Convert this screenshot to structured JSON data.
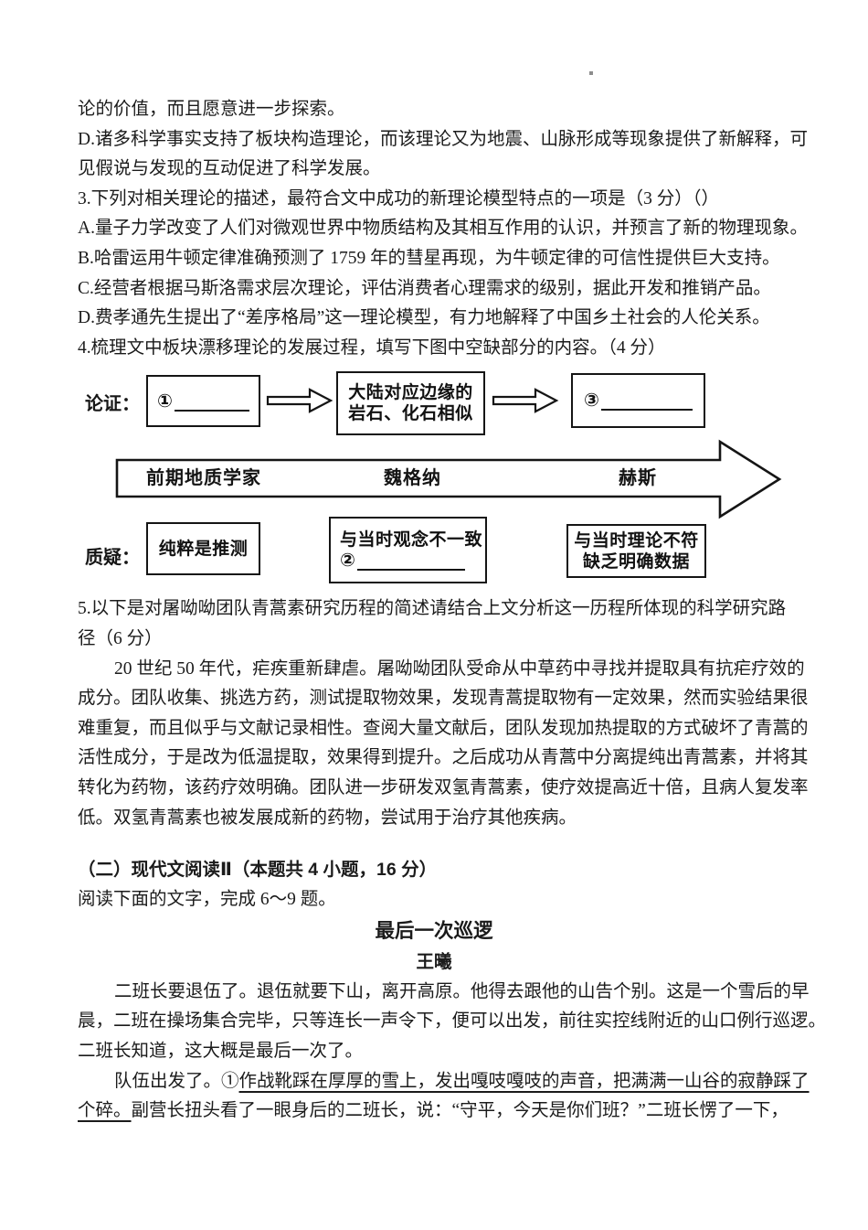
{
  "document": {
    "top_lines": [
      {
        "name": "question2-tail-line",
        "segs": [
          [
            "论的价值，而且愿意进一步探索。",
            ""
          ]
        ]
      },
      {
        "name": "option-d-line1",
        "segs": [
          [
            "D.诸多科学事实支持了板块构造理论，而该理论又为地震、山脉形成等现象提供了新解释，可",
            ""
          ]
        ]
      },
      {
        "name": "option-d-line2",
        "segs": [
          [
            "见假说与发现的互动促进了科学发展。",
            ""
          ]
        ]
      },
      {
        "name": "question3-stem",
        "segs": [
          [
            "3.下列对相关理论的描述，最符合文中成功的新理论模型特点的一项是（3 分）（）",
            ""
          ]
        ]
      },
      {
        "name": "question3-option-a",
        "segs": [
          [
            "A.量子力学改变了人们对微观世界中物质结构及其相互作用的认识，并预言了新的物理现象。",
            ""
          ]
        ]
      },
      {
        "name": "question3-option-b",
        "segs": [
          [
            "B.哈雷运用牛顿定律准确预测了 1759 年的彗星再现，为牛顿定律的可信性提供巨大支持。",
            ""
          ]
        ]
      },
      {
        "name": "question3-option-c",
        "segs": [
          [
            "C.经营者根据马斯洛需求层次理论，评估消费者心理需求的级别，据此开发和推销产品。",
            ""
          ]
        ]
      },
      {
        "name": "question3-option-d",
        "segs": [
          [
            "D.费孝通先生提出了“差序格局”这一理论模型，有力地解释了中国乡土社会的人伦关系。",
            ""
          ]
        ]
      },
      {
        "name": "question4-stem",
        "segs": [
          [
            "4.梳理文中板块漂移理论的发展过程，填写下图中空缺部分的内容。（4 分）",
            ""
          ]
        ]
      }
    ],
    "bottom_lines": [
      {
        "name": "question5-stem-line1",
        "segs": [
          [
            "5.以下是对屠呦呦团队青蒿素研究历程的简述请结合上文分析这一历程所体现的科学研究路",
            ""
          ]
        ]
      },
      {
        "name": "question5-stem-line2",
        "segs": [
          [
            "径（6 分）",
            ""
          ]
        ]
      },
      {
        "name": "question5-passage-line1",
        "cls": "indent",
        "segs": [
          [
            "20 世纪 50 年代，疟疾重新肆虐。屠呦呦团队受命从中草药中寻找并提取具有抗疟疗效的",
            ""
          ]
        ]
      },
      {
        "name": "question5-passage-line2",
        "segs": [
          [
            "成分。团队收集、挑选方药，测试提取物效果，发现青蒿提取物有一定效果，然而实验结果很",
            ""
          ]
        ]
      },
      {
        "name": "question5-passage-line3",
        "segs": [
          [
            "难重复，而且似乎与文献记录相性。查阅大量文献后，团队发现加热提取的方式破坏了青蒿的",
            ""
          ]
        ]
      },
      {
        "name": "question5-passage-line4",
        "segs": [
          [
            "活性成分，于是改为低温提取，效果得到提升。之后成功从青蒿中分离提纯出青蒿素，并将其",
            ""
          ]
        ]
      },
      {
        "name": "question5-passage-line5",
        "segs": [
          [
            "转化为药物，该药疗效明确。团队进一步研发双氢青蒿素，使疗效提高近十倍，且病人复发率",
            ""
          ]
        ]
      },
      {
        "name": "question5-passage-line6",
        "segs": [
          [
            "低。双氢青蒿素也被发展成新的药物，尝试用于治疗其他疾病。",
            ""
          ]
        ]
      },
      {
        "name": "section2-heading",
        "cls": "bold gap-top",
        "segs": [
          [
            "（二）现代文阅读Ⅱ（本题共 4 小题，16 分）",
            ""
          ]
        ]
      },
      {
        "name": "section2-instruction",
        "segs": [
          [
            "阅读下面的文字，完成 6～9 题。",
            ""
          ]
        ]
      },
      {
        "name": "passage-title",
        "cls": "center title",
        "segs": [
          [
            "最后一次巡逻",
            ""
          ]
        ]
      },
      {
        "name": "passage-author",
        "cls": "center byline",
        "segs": [
          [
            "王曦",
            ""
          ]
        ]
      },
      {
        "name": "passage-para1-line1",
        "cls": "indent",
        "segs": [
          [
            "二班长要退伍了。退伍就要下山，离开高原。他得去跟他的山告个别。这是一个雪后的早",
            ""
          ]
        ]
      },
      {
        "name": "passage-para1-line2",
        "segs": [
          [
            "晨，二班在操场集合完毕，只等连长一声令下，便可以出发，前往实控线附近的山口例行巡逻。",
            ""
          ]
        ]
      },
      {
        "name": "passage-para1-line3",
        "segs": [
          [
            "二班长知道，这大概是最后一次了。",
            ""
          ]
        ]
      },
      {
        "name": "passage-para2-line1",
        "cls": "indent",
        "segs": [
          [
            "队伍出发了。①",
            ""
          ],
          [
            "作战靴踩在厚厚的雪上，发出嘎吱嘎吱的声音，把满满一山谷的寂静踩了",
            "u"
          ]
        ]
      },
      {
        "name": "passage-para2-line2",
        "segs": [
          [
            "个碎。",
            "u"
          ],
          [
            "副营长扭头看了一眼身后的二班长，说：“守平，今天是你们班？”二班长愣了一下，",
            ""
          ]
        ]
      }
    ]
  },
  "diagram": {
    "row1_label": "论证：",
    "row2_label": "质疑：",
    "box1_num": "①",
    "box2_line1": "大陆对应边缘的",
    "box2_line2": "岩石、化石相似",
    "box3_num": "③",
    "box4_text": "纯粹是推测",
    "box5_line1": "与当时观念不一致",
    "box5_num": "②",
    "box6_line1": "与当时理论不符",
    "box6_line2": "缺乏明确数据",
    "timeline_labels": [
      "前期地质学家",
      "魏格纳",
      "赫斯"
    ],
    "ink_color": "#151515"
  }
}
